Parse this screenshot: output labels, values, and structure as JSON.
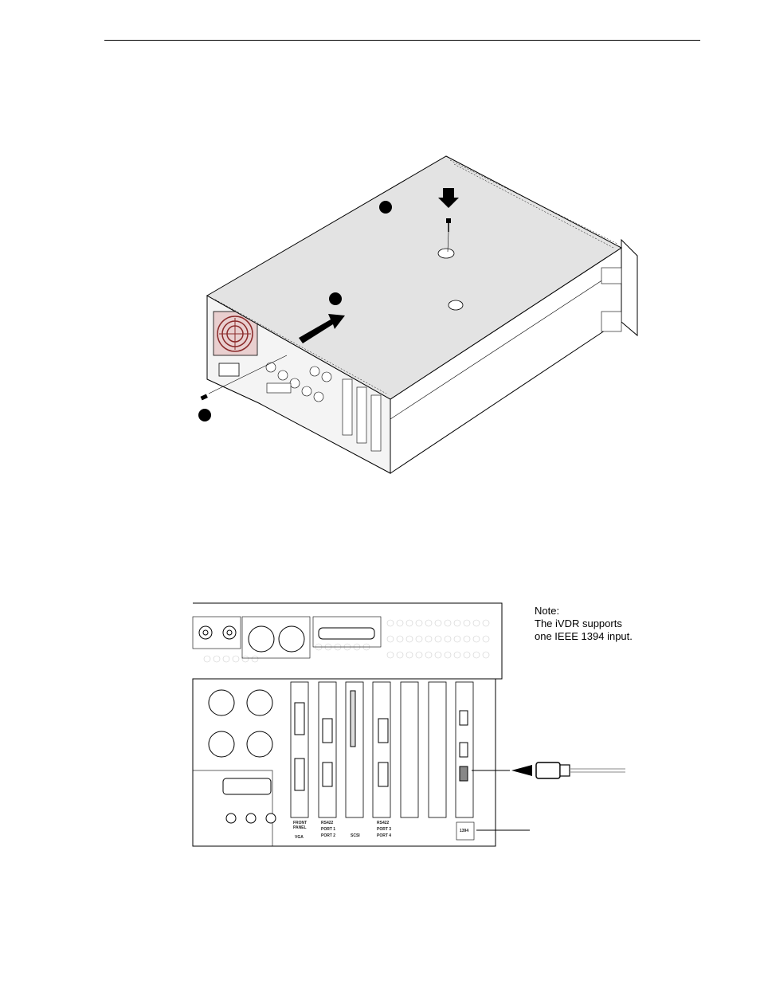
{
  "note": {
    "title": "Note:",
    "line1": "The iVDR supports",
    "line2": "one IEEE 1394 input."
  },
  "panel_labels": {
    "front_panel_1": "FRONT",
    "front_panel_2": "PANEL",
    "vga": "VGA",
    "rs422_a": "RS422",
    "port1": "PORT 1",
    "port2": "PORT 2",
    "scsi": "SCSI",
    "rs422_b": "RS422",
    "port3": "PORT 3",
    "port4": "PORT 4",
    "ieee1394": "1394"
  }
}
